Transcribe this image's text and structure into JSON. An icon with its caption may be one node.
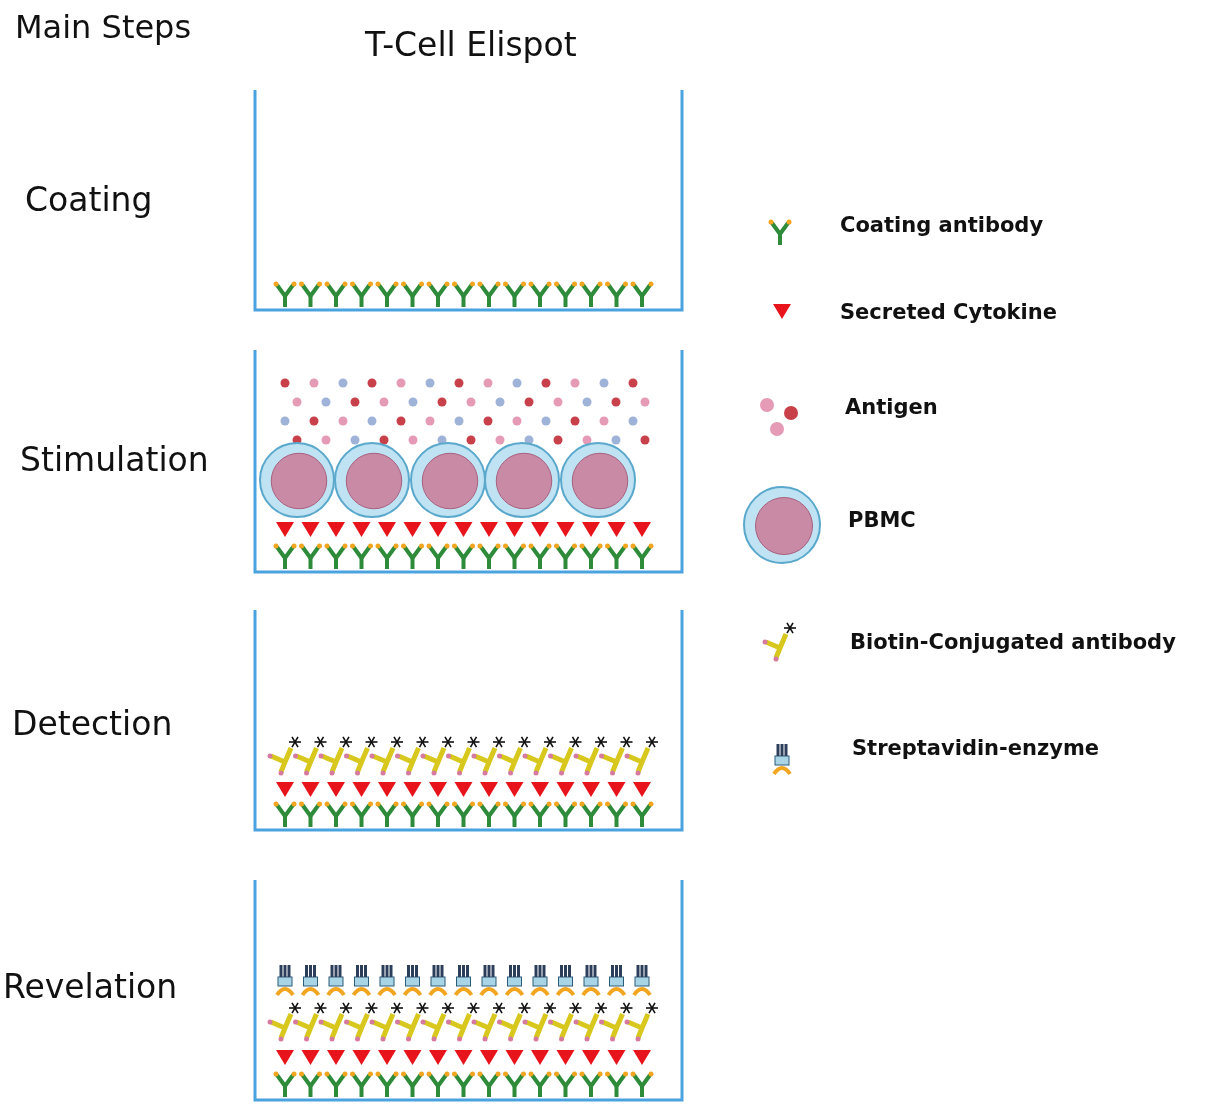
{
  "diagram": {
    "title": "T-Cell Elispot",
    "labels": [
      "Main Steps",
      "Coating",
      "Stimulation",
      "Detection",
      "Revelation"
    ],
    "legend": [
      {
        "text": "Coating antibody"
      },
      {
        "text": "Secreted Cytokine"
      },
      {
        "text": "Antigen"
      },
      {
        "text": "PBMC"
      },
      {
        "text": "Biotin-Conjugated antibody"
      },
      {
        "text": "Streptavidin-enzyme"
      }
    ]
  }
}
